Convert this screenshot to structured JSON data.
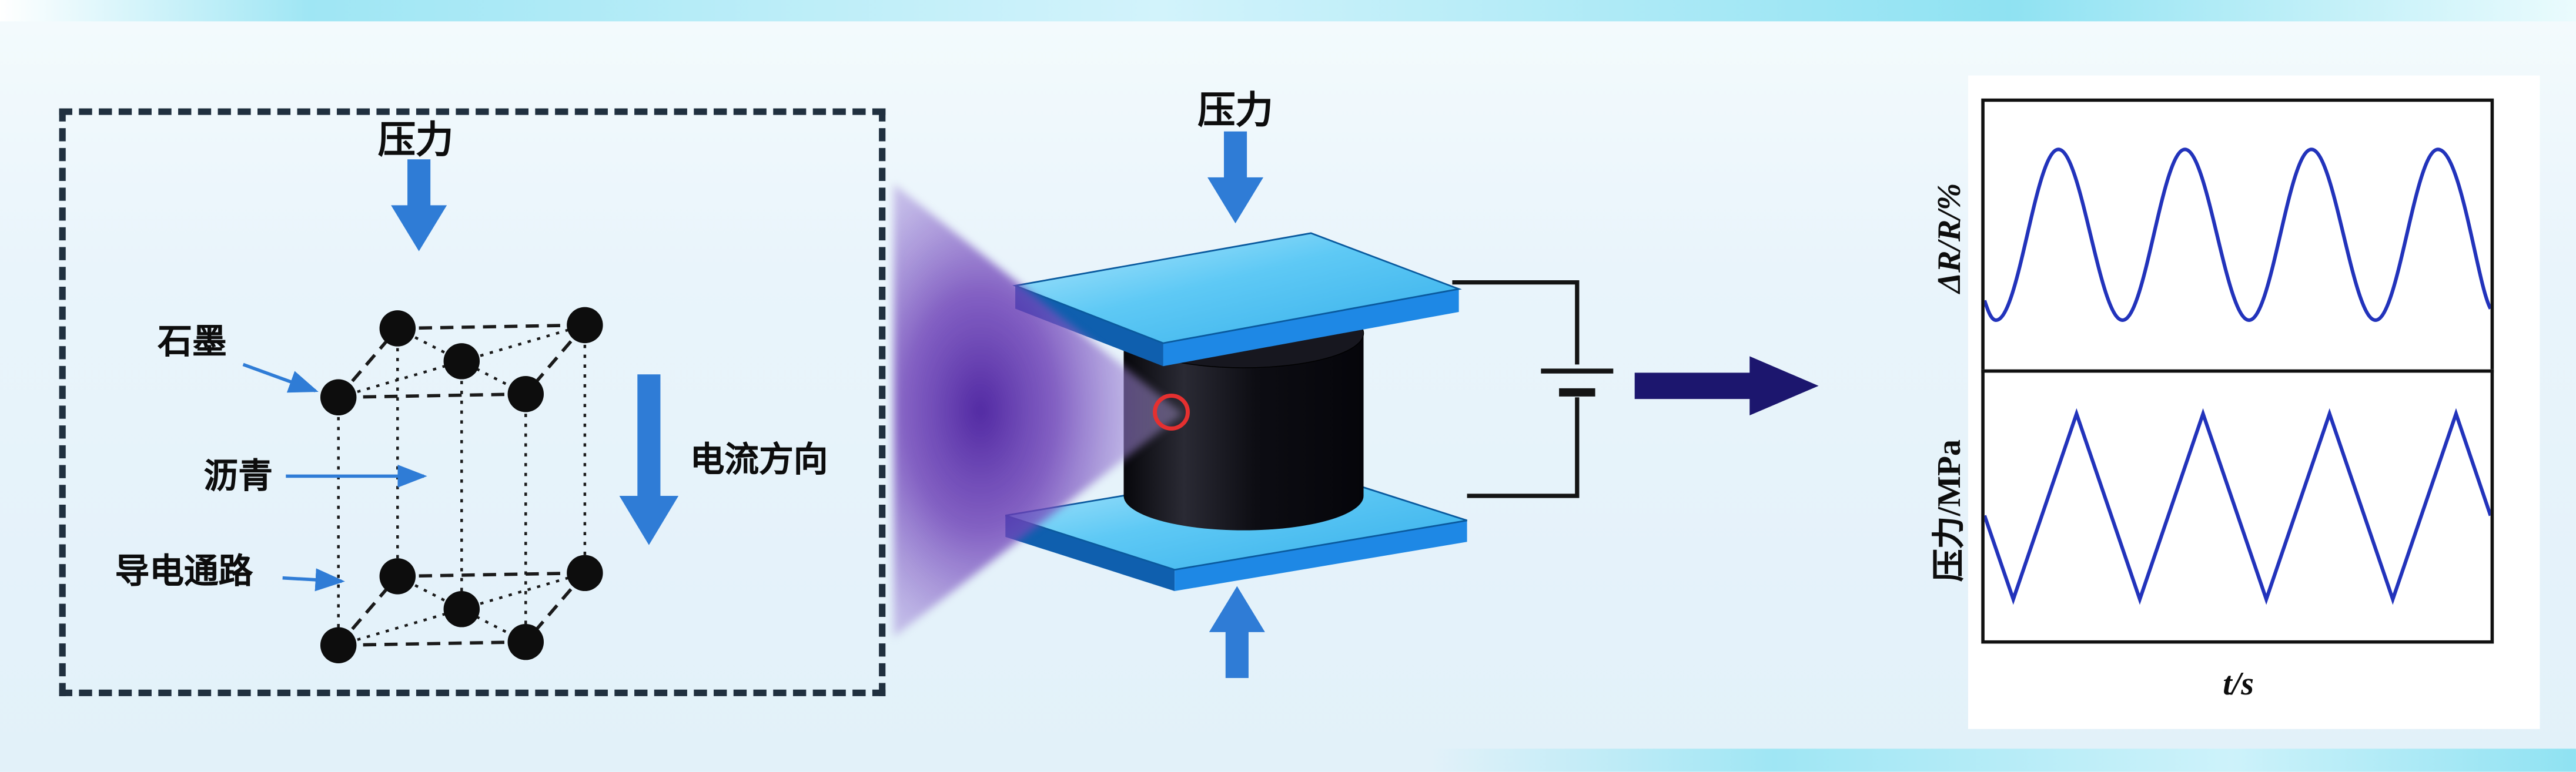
{
  "figure": {
    "left_panel": {
      "pressure": "压力",
      "graphite": "石墨",
      "asphalt": "沥青",
      "conductive_path": "导电通路",
      "current_direction": "电流方向"
    },
    "middle": {
      "pressure": "压力"
    },
    "plots": {
      "top_ylabel": "ΔR/R/%",
      "bottom_ylabel": "压力/MPa",
      "xlabel": "t/s"
    }
  },
  "colors": {
    "arrow_blue": "#2f7cd6",
    "plate_blue": "#45bdf0",
    "plate_edge_dark": "#0f5fae",
    "beam_purple": "#5b2da8",
    "navy_flow_arrow": "#1c166e",
    "wave_blue": "#2233bb",
    "specimen_black": "#0a0a10",
    "red_marker": "#e53030",
    "dashed_border": "#20303f"
  },
  "chart_data": [
    {
      "type": "line",
      "title": "",
      "ylabel": "ΔR/R/%",
      "xlabel": "t/s",
      "waveform": "sinusoidal",
      "periods": 4,
      "legend": [],
      "grid": false,
      "note": "Qualitative cyclic fractional resistance-change response; no numeric tick values shown"
    },
    {
      "type": "line",
      "title": "",
      "ylabel": "压力/MPa",
      "xlabel": "t/s",
      "waveform": "triangular",
      "periods": 4,
      "legend": [],
      "grid": false,
      "note": "Qualitative cyclic applied pressure; no numeric tick values shown"
    }
  ]
}
